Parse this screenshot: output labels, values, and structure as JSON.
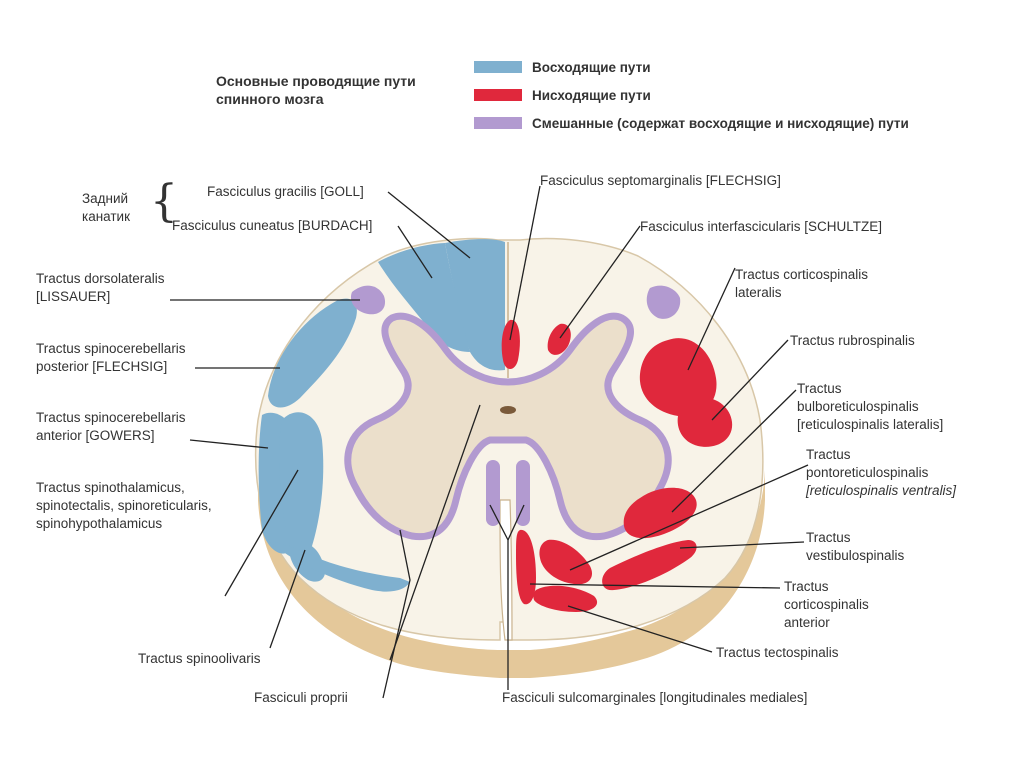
{
  "title": "Основные проводящие пути\nспинного мозга",
  "legend": [
    {
      "label": "Восходящие пути",
      "color": "#7fb0cf"
    },
    {
      "label": "Нисходящие пути",
      "color": "#e0283c"
    },
    {
      "label": "Смешанные (содержат восходящие и нисходящие) пути",
      "color": "#b29ad0"
    }
  ],
  "colors": {
    "ascending": "#7fb0cf",
    "descending": "#e0283c",
    "mixed": "#b29ad0",
    "white_matter": "#f8f3e8",
    "gray_matter": "#ebdfcb",
    "cut_surface": "#e4c89a",
    "leader": "#222222"
  },
  "labels": {
    "posterior_funiculus": "Задний\nканатик",
    "gracilis": "Fasciculus gracilis [GOLL]",
    "cuneatus": "Fasciculus cuneatus [BURDACH]",
    "dorsolateralis": "Tractus dorsolateralis\n[LISSAUER]",
    "spinocer_post": "Tractus spinocerebellaris\nposterior [FLECHSIG]",
    "spinocer_ant": "Tractus spinocerebellaris\nanterior [GOWERS]",
    "spinothalamicus": "Tractus spinothalamicus,\nspinotectalis, spinoreticularis,\nspinohypothalamicus",
    "spinoolivaris": "Tractus spinoolivaris",
    "proprii": "Fasciculi proprii",
    "septomarginalis": "Fasciculus septomarginalis [FLECHSIG]",
    "interfascicularis": "Fasciculus interfascicularis [SCHULTZE]",
    "corticospinalis_lat": "Tractus corticospinalis\nlateralis",
    "rubrospinalis": "Tractus rubrospinalis",
    "bulboret_1": "Tractus\nbulboreticulospinalis",
    "bulboret_2": "[reticulospinalis lateralis]",
    "pontoret_1": "Tractus\npontoreticulospinalis",
    "pontoret_2": "[reticulospinalis ventralis]",
    "vestibulospinalis": "Tractus\nvestibulospinalis",
    "corticospinalis_ant": "Tractus\ncorticospinalis\nanterior",
    "tectospinalis": "Tractus tectospinalis",
    "sulcomarginales": "Fasciculi sulcomarginales [longitudinales mediales]"
  }
}
